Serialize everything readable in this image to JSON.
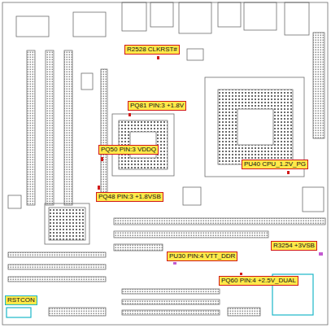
{
  "diagram": {
    "nodes": [
      {
        "text": [
          "R2528 CLKRST#"
        ]
      },
      {
        "text": [
          "PQ81 PIN:3 +1.8V"
        ]
      },
      {
        "text": [
          "PQ50 PIN:3 VDDQ"
        ]
      },
      {
        "text": [
          "PU40 CPU_1.2V_PG"
        ]
      },
      {
        "text": [
          "PQ48 PIN:3 +1.8VSB"
        ]
      },
      {
        "text": [
          "R3254 +3VSB"
        ]
      },
      {
        "text": [
          "PU30 PIN:4 VTT_DDR"
        ]
      },
      {
        "text": [
          "PQ60 PIN:4 +2.5V_DUAL"
        ]
      },
      {
        "text": [
          "RSTCON"
        ]
      }
    ]
  }
}
